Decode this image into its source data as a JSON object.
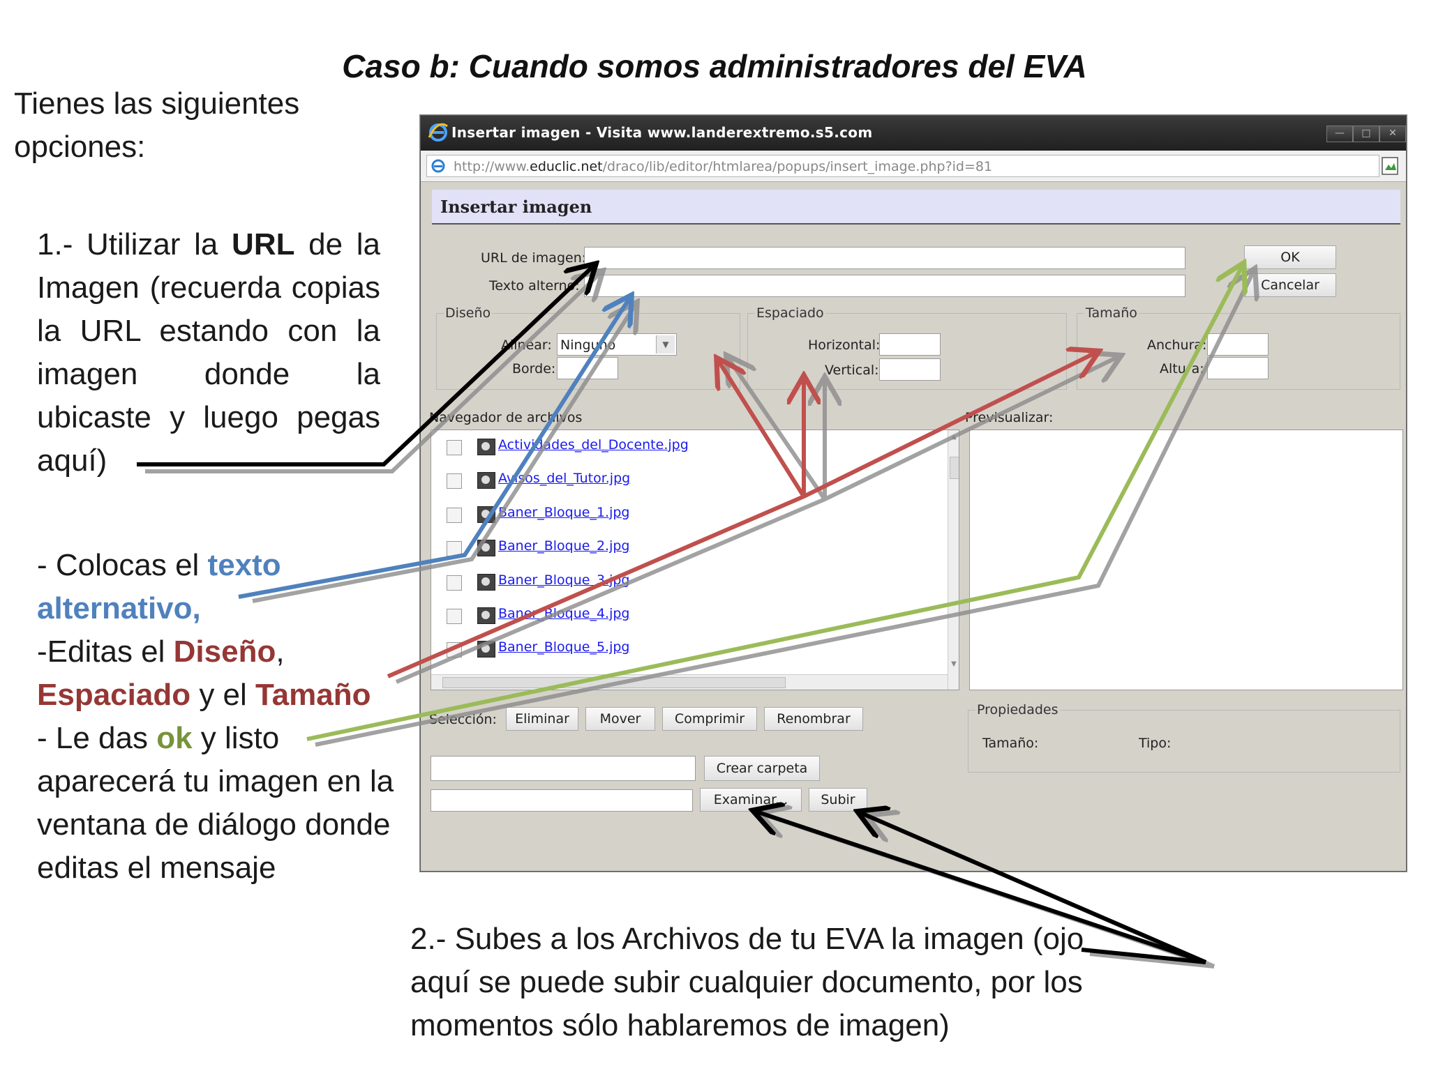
{
  "slide": {
    "title": "Caso b: Cuando somos administradores del EVA",
    "intro": "Tienes las siguientes opciones:",
    "step1": {
      "prefix": "1.- Utilizar la ",
      "bold": "URL",
      "suffix": " de la Imagen (recuerda copias la URL estando con la imagen donde la ubicaste y luego pegas aquí)"
    },
    "bullets": {
      "line1_prefix": "- Colocas el ",
      "line1_highlight": "texto alternativo,",
      "line2_prefix": "-Editas el ",
      "line2_hl1": "Diseño",
      "line2_mid": ",",
      "line2_hl2": "Espaciado",
      "line2_mid2": " y el ",
      "line2_hl3": "Tamaño",
      "line3_prefix": "- Le das ",
      "line3_highlight": "ok",
      "line3_suffix": " y listo aparecerá tu imagen en la ventana de diálogo donde editas el mensaje"
    },
    "step2": "2.- Subes a los Archivos de tu EVA la imagen (ojo aquí se puede subir cualquier documento, por los momentos sólo hablaremos de imagen)",
    "colors": {
      "blue": "#4f81bd",
      "red": "#953735",
      "green": "#77933c",
      "black": "#000000"
    }
  },
  "window": {
    "title": "Insertar imagen - Visita www.landerextremo.s5.com",
    "url_prefix": "http://www.",
    "url_host": "educlic.net",
    "url_path": "/draco/lib/editor/htmlarea/popups/insert_image.php?id=81",
    "icons": [
      "ie-logo-icon",
      "minimize-icon",
      "maximize-icon",
      "close-icon",
      "page-icon"
    ]
  },
  "dialog": {
    "header": "Insertar imagen",
    "url_label": "URL de imagen:",
    "alt_label": "Texto alterno:",
    "ok_label": "OK",
    "cancel_label": "Cancelar",
    "diseno": {
      "legend": "Diseño",
      "align_label": "Alinear:",
      "align_value": "Ninguno",
      "border_label": "Borde:"
    },
    "espaciado": {
      "legend": "Espaciado",
      "horizontal_label": "Horizontal:",
      "vertical_label": "Vertical:"
    },
    "tamano": {
      "legend": "Tamaño",
      "width_label": "Anchura:",
      "height_label": "Altura:"
    },
    "browser_label": "Navegador de archivos",
    "preview_label": "Previsualizar:",
    "files": [
      "Actividades_del_Docente.jpg",
      "Avisos_del_Tutor.jpg",
      "Baner_Bloque_1.jpg",
      "Baner_Bloque_2.jpg",
      "Baner_Bloque_3.jpg",
      "Baner_Bloque_4.jpg",
      "Baner_Bloque_5.jpg"
    ],
    "selection_label": "Selección:",
    "delete_label": "Eliminar",
    "move_label": "Mover",
    "zip_label": "Comprimir",
    "rename_label": "Renombrar",
    "properties": {
      "legend": "Propiedades",
      "size_label": "Tamaño:",
      "type_label": "Tipo:"
    },
    "create_folder_label": "Crear carpeta",
    "browse_label": "Examinar...",
    "upload_label": "Subir"
  }
}
